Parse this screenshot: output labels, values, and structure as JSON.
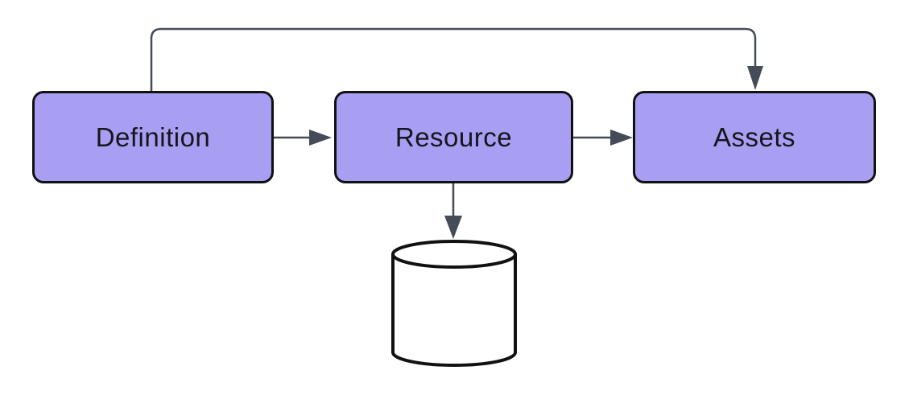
{
  "diagram": {
    "nodes": [
      {
        "id": "definition",
        "label": "Definition",
        "shape": "rounded-rectangle"
      },
      {
        "id": "resource",
        "label": "Resource",
        "shape": "rounded-rectangle"
      },
      {
        "id": "assets",
        "label": "Assets",
        "shape": "rounded-rectangle"
      }
    ],
    "shapes": [
      {
        "id": "database",
        "type": "cylinder",
        "label": ""
      }
    ],
    "edges": [
      {
        "from": "definition",
        "to": "resource",
        "route": "straight-horizontal",
        "arrowhead": "filled-triangle"
      },
      {
        "from": "resource",
        "to": "assets",
        "route": "straight-horizontal",
        "arrowhead": "filled-triangle"
      },
      {
        "from": "definition",
        "to": "assets",
        "route": "top-elbow",
        "arrowhead": "filled-triangle"
      },
      {
        "from": "resource",
        "to": "database",
        "route": "straight-vertical",
        "arrowhead": "filled-triangle"
      }
    ],
    "colors": {
      "background": "#ffffff",
      "node_fill": "#a89ff2",
      "node_border": "#111111",
      "node_text": "#15151c",
      "connector": "#454c57",
      "cylinder_fill": "#ffffff",
      "cylinder_stroke": "#111111"
    }
  }
}
